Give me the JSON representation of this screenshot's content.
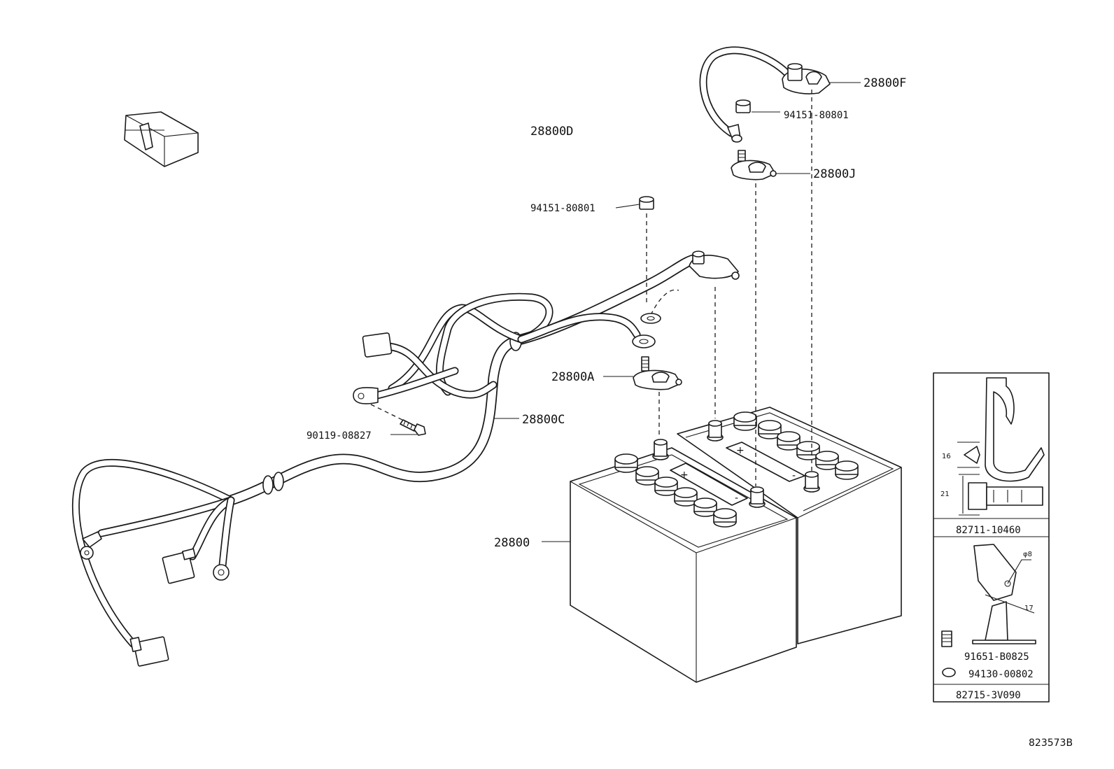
{
  "callouts": {
    "c_28800F": "28800F",
    "c_94151_top": "94151-80801",
    "c_28800D": "28800D",
    "c_28800J": "28800J",
    "c_94151_mid": "94151-80801",
    "c_28800A": "28800A",
    "c_28800C": "28800C",
    "c_90119": "90119-08827",
    "c_28800": "28800"
  },
  "inset": {
    "top_part": "82711-10460",
    "dim_16": "16",
    "dim_21": "21",
    "dim_phi8": "φ8",
    "dim_17": "17",
    "bolt": "91651-B0825",
    "nut": "94130-00802",
    "bottom_part": "82715-3V090"
  },
  "battery": {
    "plus": "+",
    "minus": "-"
  },
  "figure_ref": "823573B"
}
